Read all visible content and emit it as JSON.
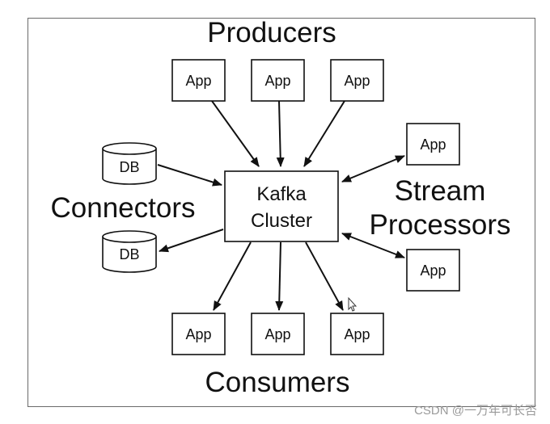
{
  "diagram": {
    "center": {
      "line1": "Kafka",
      "line2": "Cluster"
    },
    "group_labels": {
      "producers": "Producers",
      "consumers": "Consumers",
      "connectors": "Connectors",
      "stream_line1": "Stream",
      "stream_line2": "Processors"
    },
    "producers": [
      "App",
      "App",
      "App"
    ],
    "consumers": [
      "App",
      "App",
      "App"
    ],
    "stream_processors": [
      "App",
      "App"
    ],
    "connectors": [
      "DB",
      "DB"
    ]
  },
  "watermark": "CSDN @一万年可长否",
  "colors": {
    "stroke": "#111111",
    "frame": "#6a6a6a",
    "watermark": "#9a9a9a",
    "background": "#ffffff"
  }
}
